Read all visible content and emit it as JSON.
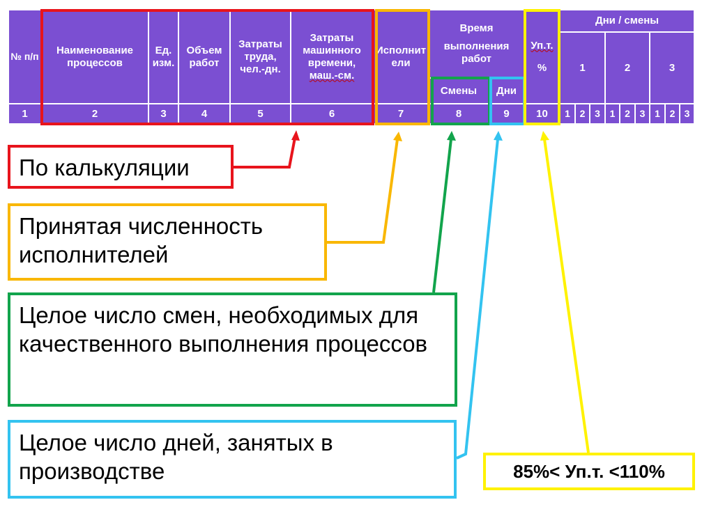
{
  "table": {
    "headers": {
      "num": "№ п/п",
      "name": "Наименование процессов",
      "unit": "Ед. изм.",
      "volume": "Объем работ",
      "labor": "Затраты труда, чел.-дн.",
      "machine_top": "Затраты",
      "machine_mid": "машинного времени,",
      "machine_bot": "маш.-см.",
      "performers": "Исполнители",
      "time_top": "Время",
      "time_mid": "выполнения работ",
      "shifts": "Смены",
      "days": "Дни",
      "upt_top": "Уп.т.",
      "upt_bot": "%",
      "days_shifts": "Дни / смены",
      "day1": "1",
      "day2": "2",
      "day3": "3"
    },
    "numbers": [
      "1",
      "2",
      "3",
      "4",
      "5",
      "6",
      "7",
      "8",
      "9",
      "10"
    ],
    "subnums": [
      "1",
      "2",
      "3",
      "1",
      "2",
      "3",
      "1",
      "2",
      "3"
    ]
  },
  "captions": {
    "calc": "По калькуляции",
    "performers": "Принятая численность исполнителей",
    "shifts": "Целое число смен, необходимых для качественного выполнения процессов",
    "days": "Целое число дней, занятых в производстве",
    "upt": "85%< Уп.т. <110%"
  },
  "colors": {
    "header_bg": "#7b4fd2",
    "red": "#e8141c",
    "orange": "#f9b701",
    "green": "#12a44c",
    "blue": "#33c3f0",
    "yellow": "#fff200"
  }
}
